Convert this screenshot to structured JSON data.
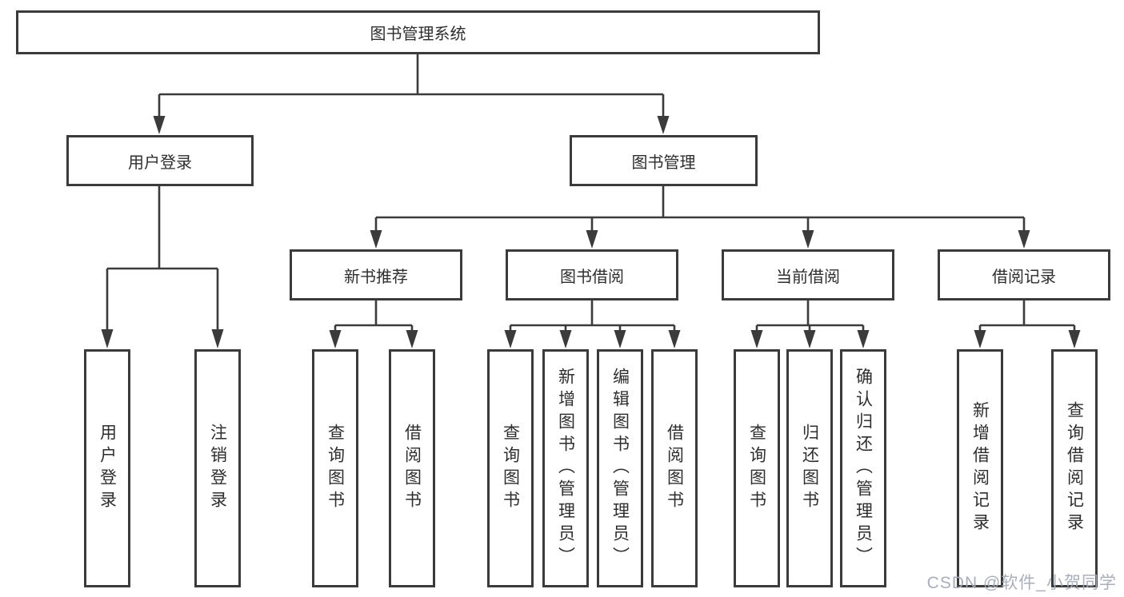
{
  "diagram": {
    "nodes": {
      "root": "图书管理系统",
      "user_login": "用户登录",
      "book_mgmt": "图书管理",
      "new_book_rec": "新书推荐",
      "book_borrow": "图书借阅",
      "current_borrow": "当前借阅",
      "borrow_record": "借阅记录",
      "leaf_user_login": "用户登录",
      "leaf_logout": "注销登录",
      "leaf_rec_query": "查询图书",
      "leaf_rec_borrow": "借阅图书",
      "leaf_bor_query": "查询图书",
      "leaf_bor_add": "新增图书（管理员）",
      "leaf_bor_edit": "编辑图书（管理员）",
      "leaf_bor_borrow": "借阅图书",
      "leaf_cur_query": "查询图书",
      "leaf_cur_return": "归还图书",
      "leaf_cur_confirm": "确认归还（管理员）",
      "leaf_br_add": "新增借阅记录",
      "leaf_br_query": "查询借阅记录"
    },
    "tree": {
      "图书管理系统": {
        "用户登录": [
          "用户登录",
          "注销登录"
        ],
        "图书管理": {
          "新书推荐": [
            "查询图书",
            "借阅图书"
          ],
          "图书借阅": [
            "查询图书",
            "新增图书（管理员）",
            "编辑图书（管理员）",
            "借阅图书"
          ],
          "当前借阅": [
            "查询图书",
            "归还图书",
            "确认归还（管理员）"
          ],
          "借阅记录": [
            "新增借阅记录",
            "查询借阅记录"
          ]
        }
      }
    },
    "colors": {
      "line": "#3b3b3b",
      "text": "#2e2e2e",
      "background": "#ffffff",
      "watermark": "#a4aab6"
    }
  },
  "watermark": "CSDN @软件_小贺同学"
}
